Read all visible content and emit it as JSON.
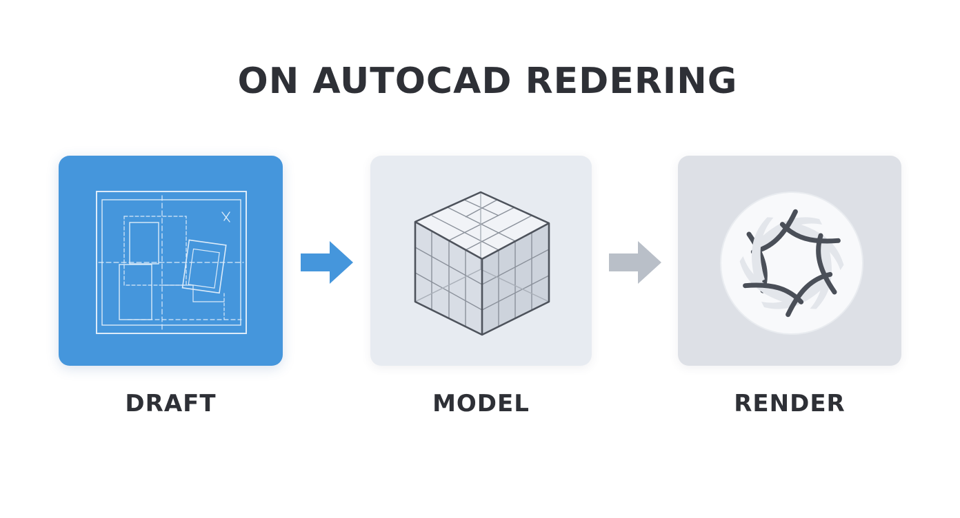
{
  "title": "ON AUTOCAD REDERING",
  "steps": [
    {
      "label": "DRAFT",
      "icon": "blueprint-icon"
    },
    {
      "label": "MODEL",
      "icon": "wireframe-cube-icon"
    },
    {
      "label": "RENDER",
      "icon": "aperture-icon"
    }
  ],
  "colors": {
    "draft_card": "#4596dc",
    "model_card": "#e7ebf1",
    "render_card": "#dde0e6",
    "arrow_active": "#4596dc",
    "arrow_inactive": "#b9bfc8",
    "text": "#2e3036"
  }
}
